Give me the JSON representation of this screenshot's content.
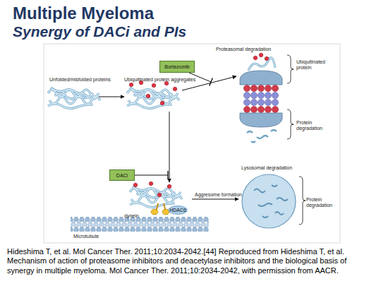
{
  "diagram": {
    "title": "Multiple Myeloma",
    "caption": "Hideshima T, et al. Mol Cancer Ther. 2011;10:2034-2042.[44] Reproduced from Hideshima T, et al. Mechanism of action of proteasome inhibitors and deacetylase inhibitors and the biological basis of synergy in multiple myeloma. Mol Cancer Ther. 2011;10:2034-2042, with permission from AACR.",
    "nodes": [
      {
        "text": [
          "Bortezomib"
        ]
      },
      {
        "text": [
          "DACi"
        ]
      },
      {
        "text": [
          "HDAC6"
        ]
      }
    ],
    "labels": [
      "Synergy of DACi and PIs",
      "Proteasomal degradation",
      "Ubiquitinated protein",
      "Protein degradation",
      "Unfolded/misfolded proteins",
      "Ubiquitinated protein aggregates",
      "Lysosomal degradation",
      "Aggresome formation",
      "Protein degradation",
      "dynein",
      "Microtubule"
    ]
  }
}
